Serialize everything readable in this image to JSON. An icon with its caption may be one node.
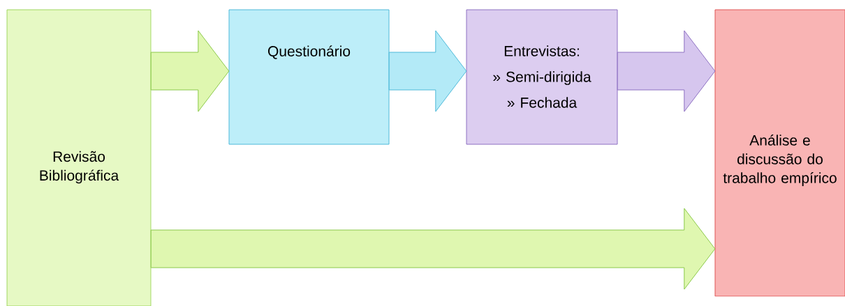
{
  "diagram": {
    "nodes": [
      {
        "text": [
          "Revisão Bibliográfica"
        ]
      },
      {
        "text": [
          "Questionário"
        ]
      },
      {
        "text": [
          "Entrevistas:",
          "» Semi-dirigida",
          "» Fechada"
        ]
      },
      {
        "text": [
          "Análise e discussão do trabalho empírico"
        ]
      }
    ],
    "edges": [
      {
        "from": 0,
        "to": 1,
        "arrow": "to",
        "color": "#dff7b0"
      },
      {
        "from": 1,
        "to": 2,
        "arrow": "to",
        "color": "#b3eaf7"
      },
      {
        "from": 2,
        "to": 3,
        "arrow": "to",
        "color": "#d6c6ee"
      },
      {
        "from": 0,
        "to": 3,
        "arrow": "to",
        "color": "#dff7b0"
      }
    ]
  }
}
